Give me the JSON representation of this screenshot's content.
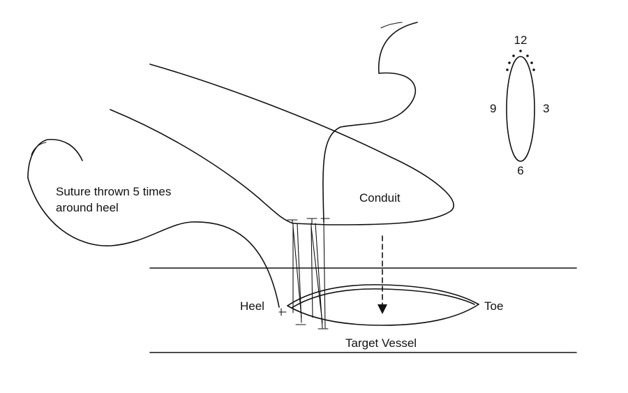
{
  "labels": {
    "suture_note_line1": "Suture thrown 5 times",
    "suture_note_line2": "around heel",
    "conduit": "Conduit",
    "heel": "Heel",
    "toe": "Toe",
    "target_vessel": "Target Vessel"
  },
  "clock_face": {
    "top": "12",
    "right": "3",
    "bottom": "6",
    "left": "9"
  }
}
